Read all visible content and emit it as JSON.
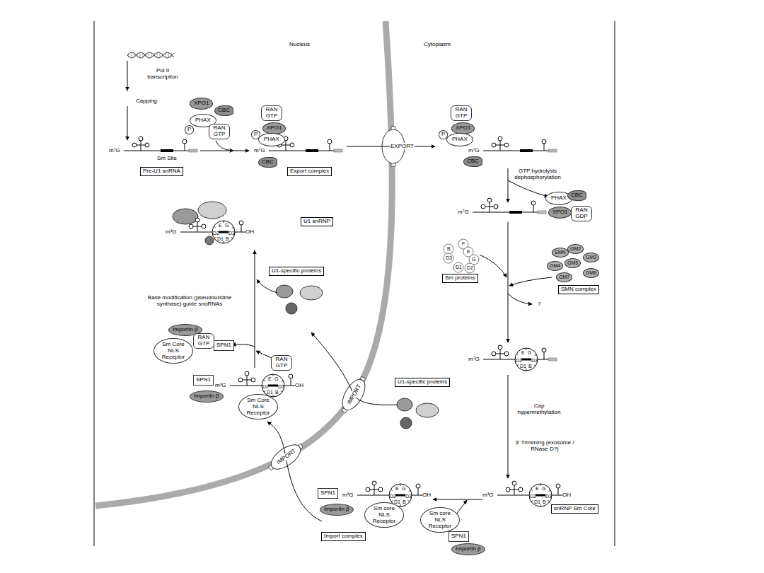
{
  "diagram": {
    "nodes": [
      {
        "text": [
          "Pre-U1 snRNA"
        ]
      },
      {
        "text": [
          "Export complex"
        ]
      },
      {
        "text": [
          "U1 snRNP"
        ]
      },
      {
        "text": [
          "U1-specific proteins"
        ]
      },
      {
        "text": [
          "Sm proteins"
        ]
      },
      {
        "text": [
          "SMN complex"
        ]
      },
      {
        "text": [
          "U1-specific proteins"
        ]
      },
      {
        "text": [
          "snRNP Sm Core"
        ]
      },
      {
        "text": [
          "Import complex"
        ]
      },
      {
        "text": [
          "XPO1"
        ]
      },
      {
        "text": [
          "CBC"
        ]
      },
      {
        "text": [
          "P"
        ]
      },
      {
        "text": [
          "PHAX"
        ]
      },
      {
        "text": [
          "RAN GTP"
        ]
      },
      {
        "text": [
          "RAN GTP"
        ]
      },
      {
        "text": [
          "P"
        ]
      },
      {
        "text": [
          "XPO1"
        ]
      },
      {
        "text": [
          "PHAX"
        ]
      },
      {
        "text": [
          "CBC"
        ]
      },
      {
        "text": [
          "RAN GTP"
        ]
      },
      {
        "text": [
          "P"
        ]
      },
      {
        "text": [
          "XPO1"
        ]
      },
      {
        "text": [
          "PHAX"
        ]
      },
      {
        "text": [
          "CBC"
        ]
      },
      {
        "text": [
          "PHAX"
        ]
      },
      {
        "text": [
          "CBC"
        ]
      },
      {
        "text": [
          "XPO1"
        ]
      },
      {
        "text": [
          "RAN GDP"
        ]
      },
      {
        "text": [
          "SMN"
        ]
      },
      {
        "text": [
          "GM2"
        ]
      },
      {
        "text": [
          "GM3"
        ]
      },
      {
        "text": [
          "GM4"
        ]
      },
      {
        "text": [
          "GM5"
        ]
      },
      {
        "text": [
          "GM6"
        ]
      },
      {
        "text": [
          "GM7"
        ]
      },
      {
        "text": [
          "SPN1"
        ]
      },
      {
        "text": [
          "Importin β"
        ]
      },
      {
        "text": [
          "Sm core NLS Receptor"
        ]
      },
      {
        "text": [
          "Sm core NLS Receptor"
        ]
      },
      {
        "text": [
          "SPN1"
        ]
      },
      {
        "text": [
          "Importin β"
        ]
      },
      {
        "text": [
          "SPN1"
        ]
      },
      {
        "text": [
          "Importin β"
        ]
      },
      {
        "text": [
          "Sm Core NLS Receptor"
        ]
      },
      {
        "text": [
          "Importin β"
        ]
      },
      {
        "text": [
          "RAN GTP"
        ]
      },
      {
        "text": [
          "Sm Core NLS Receptor"
        ]
      },
      {
        "text": [
          "SPN1"
        ]
      },
      {
        "text": [
          "RAN GTP"
        ]
      }
    ],
    "labels": [
      "Nucleus",
      "Cytoplasm",
      "Pol II transcription",
      "Capping",
      "Sm Site",
      "m⁷G",
      "EXPORT",
      "GTP hydrolysis dephosphorylation",
      "m⁷G",
      "m⁷G",
      "m⁷G",
      "?",
      "m⁷G",
      "Cap hypermethylation",
      "3' Trimming (exosome / RNase D?)",
      "m³G",
      "OH",
      "m³G",
      "OH",
      "IMPORT",
      "IMPORT",
      "m³G",
      "OH",
      "m³G",
      "OH",
      "Base modification (pseudouridine synthase) guide snoRNAs",
      "E",
      "G",
      "D2",
      "D3",
      "D1",
      "B",
      "E",
      "G",
      "D2",
      "D3",
      "D1",
      "B",
      "E",
      "G",
      "D2",
      "D3",
      "D1",
      "B",
      "E",
      "G",
      "D2",
      "D3",
      "D1",
      "B",
      "E",
      "G",
      "D2",
      "D3",
      "D1",
      "B",
      "B",
      "D3",
      "F",
      "E",
      "G",
      "D1",
      "D2"
    ]
  }
}
